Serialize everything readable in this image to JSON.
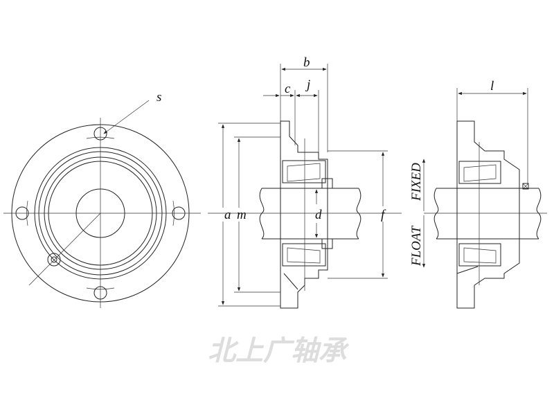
{
  "labels": {
    "s": "s",
    "c": "c",
    "b": "b",
    "j": "j",
    "a": "a",
    "m": "m",
    "d": "d",
    "f": "f",
    "l": "l",
    "float": "FLOAT",
    "fixed": "FIXED"
  },
  "watermark": "北上广轴承"
}
